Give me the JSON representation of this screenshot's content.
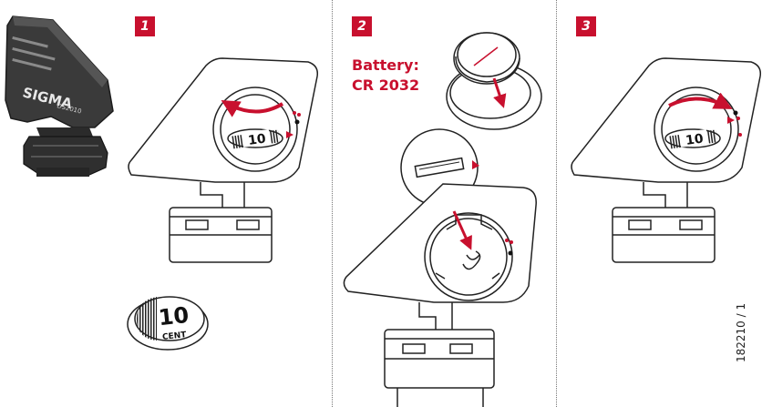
{
  "steps": [
    {
      "number": "1"
    },
    {
      "number": "2"
    },
    {
      "number": "3"
    }
  ],
  "battery": {
    "line1": "Battery:",
    "line2": "CR 2032"
  },
  "coin": {
    "value": "10",
    "unit": "CENT"
  },
  "sensor": {
    "brand": "SIGMA",
    "model": "DS2010"
  },
  "document_code": "182210 / 1",
  "colors": {
    "accent": "#c8102e",
    "line": "#222222"
  }
}
